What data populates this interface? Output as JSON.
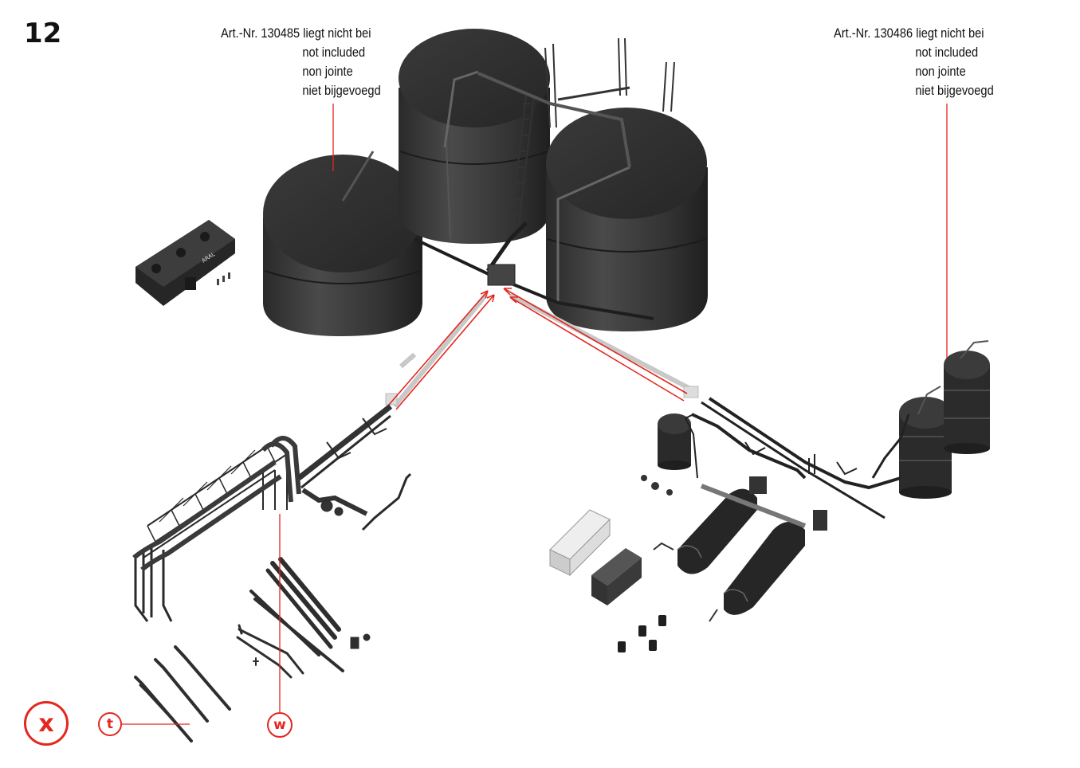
{
  "page": {
    "step_number": "12"
  },
  "notes": {
    "left": {
      "article": "Art.-Nr. 130485 liegt nicht bei",
      "lines": [
        "not included",
        "non jointe",
        "niet bijgevoegd"
      ]
    },
    "right": {
      "article": "Art.-Nr. 130486 liegt nicht bei",
      "lines": [
        "not included",
        "non jointe",
        "niet bijgevoegd"
      ]
    }
  },
  "callouts": {
    "x": "x",
    "t": "t",
    "w": "w"
  },
  "colors": {
    "accent": "#e3271f",
    "tank": "#3b3b3b",
    "tank_dark": "#242424",
    "text": "#111111"
  }
}
